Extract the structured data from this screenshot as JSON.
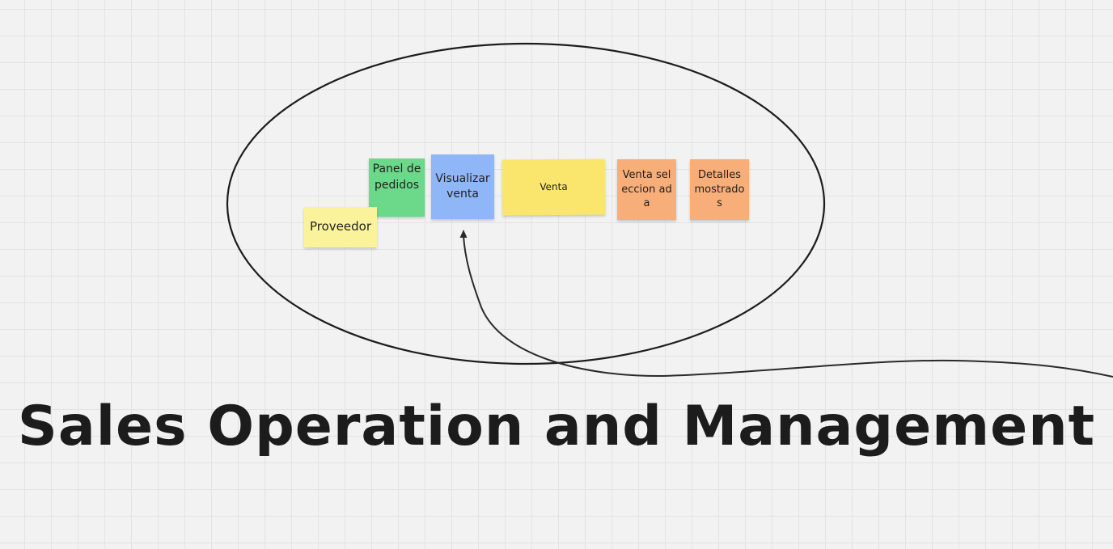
{
  "board": {
    "title": "Sales Operation and Management",
    "grid_color": "#e3e3e3",
    "background": "#f2f2f2"
  },
  "stickies": {
    "proveedor": {
      "text": "Proveedor",
      "color": "#fbf39c"
    },
    "panel": {
      "text": "Panel de pedidos",
      "color": "#6cd88a"
    },
    "visualizar": {
      "text": "Visualizar venta",
      "color": "#8fb7f7"
    },
    "venta": {
      "text": "Venta",
      "color": "#fbe66d"
    },
    "venta_sel": {
      "text": "Venta seleccion ada",
      "color": "#f8ae79"
    },
    "detalles": {
      "text": "Detalles mostrado s",
      "color": "#f8ae79"
    }
  },
  "shapes": {
    "ellipse_color": "#1c1c1c",
    "connector_color": "#2a2a2a"
  }
}
